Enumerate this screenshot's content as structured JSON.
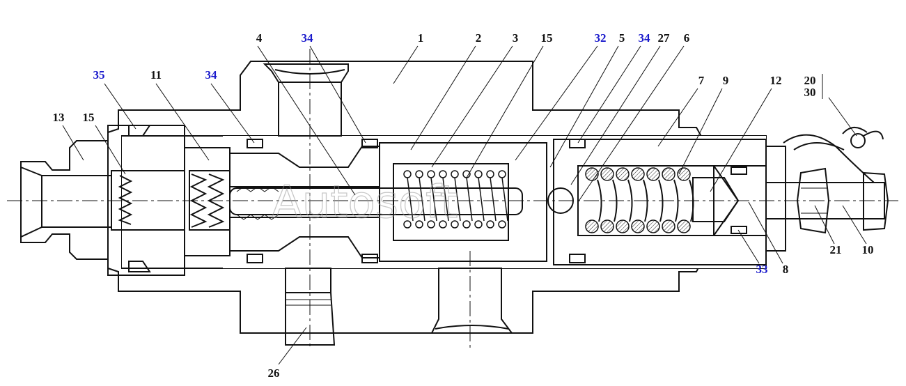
{
  "colors": {
    "line": "#111111",
    "hatch": "#222222",
    "black_callout": "#111111",
    "blue_callout": "#1a1acc"
  },
  "watermark": "Autosoft",
  "callouts": [
    {
      "id": "c1",
      "text": "1",
      "color": "black"
    },
    {
      "id": "c2",
      "text": "2",
      "color": "black"
    },
    {
      "id": "c3",
      "text": "3",
      "color": "black"
    },
    {
      "id": "c4",
      "text": "4",
      "color": "black"
    },
    {
      "id": "c5",
      "text": "5",
      "color": "black"
    },
    {
      "id": "c6",
      "text": "6",
      "color": "black"
    },
    {
      "id": "c7",
      "text": "7",
      "color": "black"
    },
    {
      "id": "c8",
      "text": "8",
      "color": "black"
    },
    {
      "id": "c9",
      "text": "9",
      "color": "black"
    },
    {
      "id": "c10",
      "text": "10",
      "color": "black"
    },
    {
      "id": "c11",
      "text": "11",
      "color": "black"
    },
    {
      "id": "c12",
      "text": "12",
      "color": "black"
    },
    {
      "id": "c13",
      "text": "13",
      "color": "black"
    },
    {
      "id": "c15a",
      "text": "15",
      "color": "black"
    },
    {
      "id": "c15b",
      "text": "15",
      "color": "black"
    },
    {
      "id": "c20",
      "text": "20",
      "color": "black"
    },
    {
      "id": "c21",
      "text": "21",
      "color": "black"
    },
    {
      "id": "c26",
      "text": "26",
      "color": "black"
    },
    {
      "id": "c27",
      "text": "27",
      "color": "black"
    },
    {
      "id": "c30",
      "text": "30",
      "color": "black"
    },
    {
      "id": "c32",
      "text": "32",
      "color": "blue"
    },
    {
      "id": "c33",
      "text": "33",
      "color": "blue"
    },
    {
      "id": "c34a",
      "text": "34",
      "color": "blue"
    },
    {
      "id": "c34b",
      "text": "34",
      "color": "blue"
    },
    {
      "id": "c34c",
      "text": "34",
      "color": "blue"
    },
    {
      "id": "c35",
      "text": "35",
      "color": "blue"
    }
  ]
}
